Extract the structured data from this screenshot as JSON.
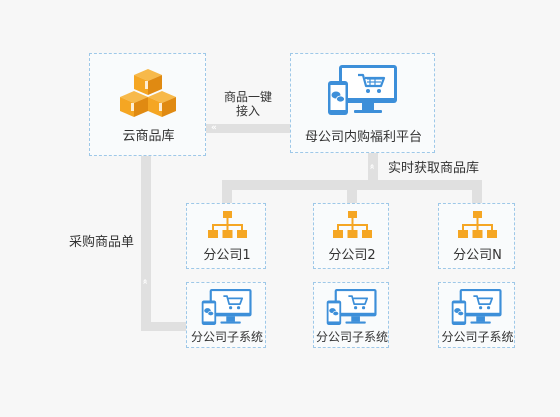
{
  "nodes": {
    "warehouse": {
      "label": "云商品库",
      "icon": "boxes-icon"
    },
    "parent": {
      "label": "母公司内购福利平台",
      "icon": "monitor-phone-cart-icon"
    },
    "branches": [
      {
        "label": "分公司1",
        "system_label": "分公司子系统"
      },
      {
        "label": "分公司2",
        "system_label": "分公司子系统"
      },
      {
        "label": "分公司N",
        "system_label": "分公司子系统"
      }
    ]
  },
  "edges": {
    "import": {
      "line1": "商品一键",
      "line2": "接入"
    },
    "realtime": "实时获取商品库",
    "purchase": "采购商品单"
  },
  "colors": {
    "orange": "#f5a623",
    "orange_dark": "#e08a12",
    "blue": "#3d8fd9",
    "connector": "#e0e0e0",
    "dashed_border": "#9ec8e8"
  }
}
